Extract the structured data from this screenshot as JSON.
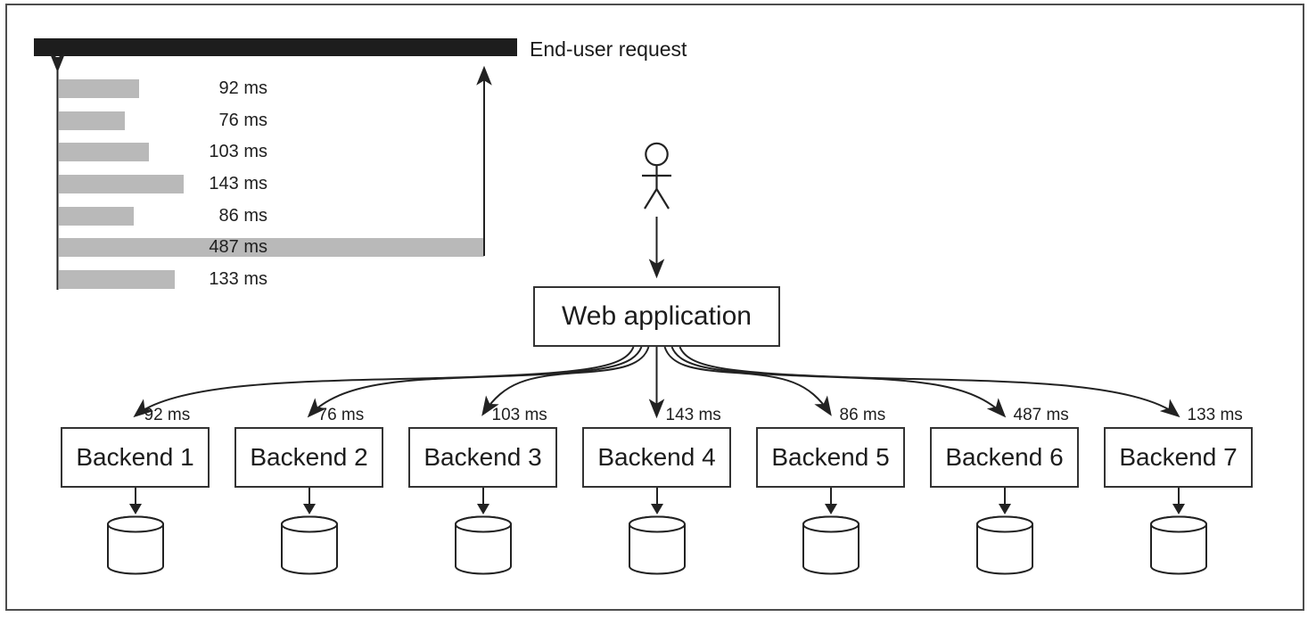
{
  "diagram": {
    "legend": {
      "request_label": "End-user request"
    },
    "latency_chart": {
      "type": "bar",
      "unit": "ms",
      "bars": [
        {
          "label": "92 ms",
          "value": 92
        },
        {
          "label": "76 ms",
          "value": 76
        },
        {
          "label": "103 ms",
          "value": 103
        },
        {
          "label": "143 ms",
          "value": 143
        },
        {
          "label": "86 ms",
          "value": 86
        },
        {
          "label": "487 ms",
          "value": 487
        },
        {
          "label": "133 ms",
          "value": 133
        }
      ]
    },
    "web_app": {
      "label": "Web application"
    },
    "backends": [
      {
        "label": "Backend 1",
        "latency": "92 ms",
        "value": 92
      },
      {
        "label": "Backend 2",
        "latency": "76 ms",
        "value": 76
      },
      {
        "label": "Backend 3",
        "latency": "103 ms",
        "value": 103
      },
      {
        "label": "Backend 4",
        "latency": "143 ms",
        "value": 143
      },
      {
        "label": "Backend 5",
        "latency": "86 ms",
        "value": 86
      },
      {
        "label": "Backend 6",
        "latency": "487 ms",
        "value": 487
      },
      {
        "label": "Backend 7",
        "latency": "133 ms",
        "value": 133
      }
    ],
    "colors": {
      "bar_fill": "#b9b9b9",
      "request_bar_fill": "#1d1d1d",
      "stroke": "#222222"
    }
  }
}
